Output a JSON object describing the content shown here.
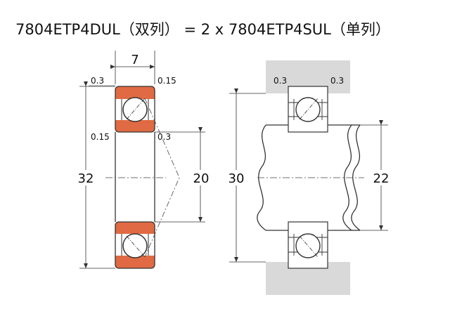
{
  "title": {
    "single": "7804ETP4DUL（双列）",
    "equals": " = 2 x 7804ETP4SUL（单列）"
  },
  "left_view": {
    "width_dim": "7",
    "outer_diameter": "32",
    "inner_diameter": "20",
    "chamfer_top_left": "0.3",
    "chamfer_top_right": "0.15",
    "chamfer_mid_left": "0.15",
    "chamfer_mid_right": "0.3"
  },
  "right_view": {
    "housing_diameter": "30",
    "shaft_diameter": "22",
    "chamfer_left": "0.3",
    "chamfer_right": "0.3"
  },
  "colors": {
    "ring_fill": "#e06a43",
    "housing_fill": "#d9d9d9",
    "line": "#333333"
  }
}
